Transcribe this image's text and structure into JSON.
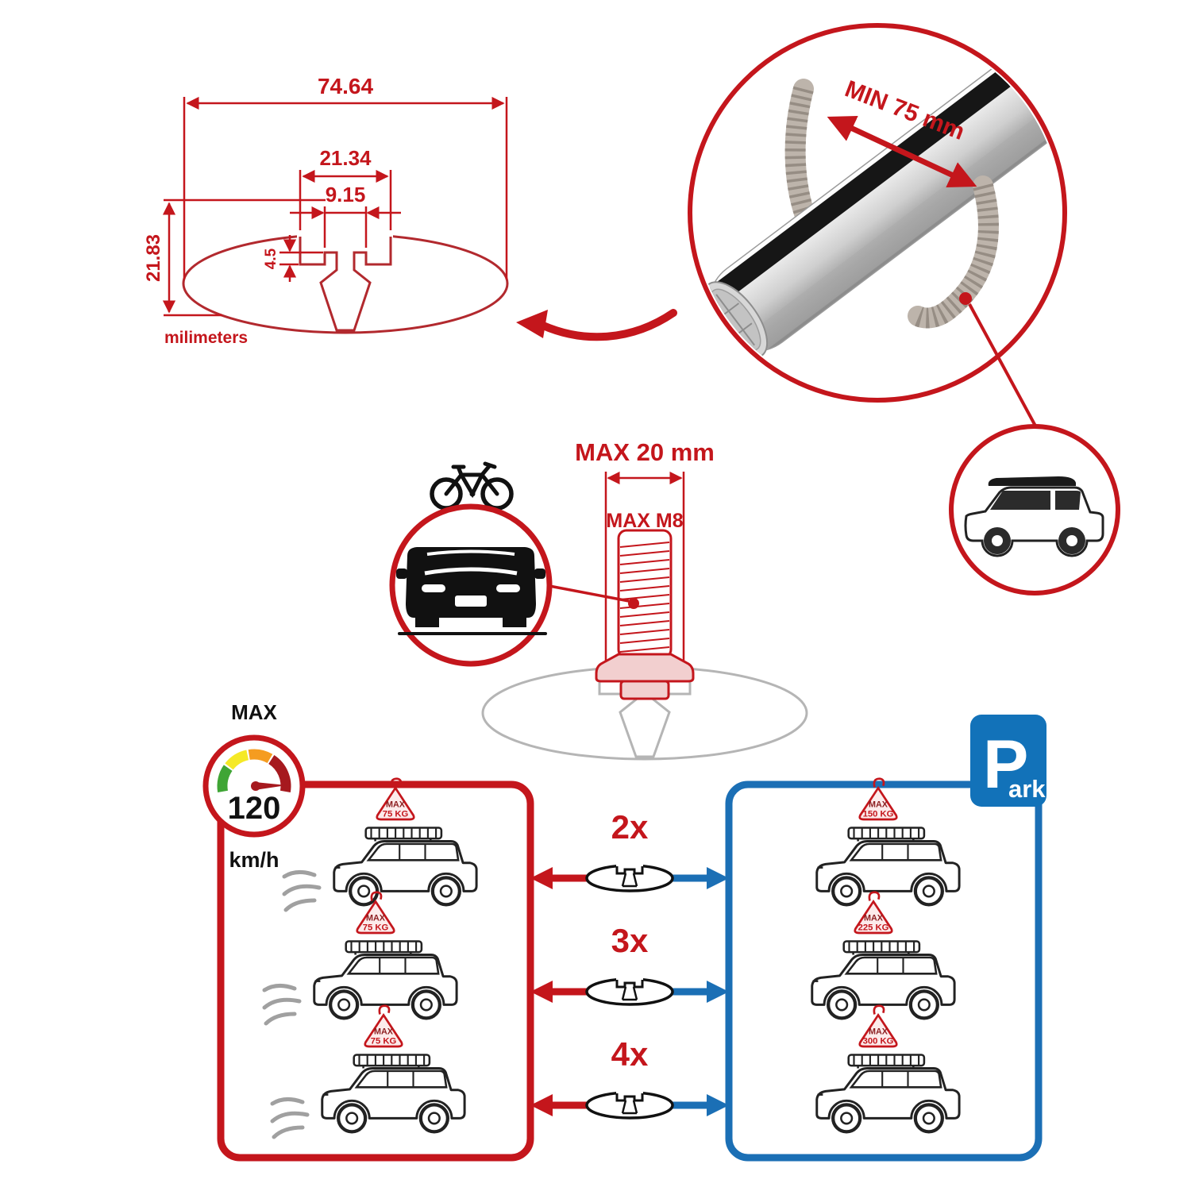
{
  "colors": {
    "red": "#C4161C",
    "blue": "#1B6FB5",
    "park_blue": "#1272B9",
    "profile_gray": "#B5B5B5",
    "ink": "#1A1A1A"
  },
  "cross_section": {
    "width_total": "74.64",
    "channel_width": "21.34",
    "slot_width": "9.15",
    "step_depth": "4.5",
    "height_total": "21.83",
    "units": "milimeters"
  },
  "bar_detail": {
    "min_span": "MIN 75 mm"
  },
  "mount": {
    "max_width": "MAX 20 mm",
    "max_thread": "MAX M8"
  },
  "speedometer": {
    "title": "MAX",
    "value": "120",
    "units": "km/h"
  },
  "quantities": [
    {
      "label": "2x"
    },
    {
      "label": "3x"
    },
    {
      "label": "4x"
    }
  ],
  "driving": {
    "cars": [
      {
        "tag_line1": "MAX",
        "tag_line2": "75 KG"
      },
      {
        "tag_line1": "MAX",
        "tag_line2": "75 KG"
      },
      {
        "tag_line1": "MAX",
        "tag_line2": "75 KG"
      }
    ]
  },
  "parking": {
    "sign_p": "P",
    "sign_rest": "ark",
    "cars": [
      {
        "tag_line1": "MAX",
        "tag_line2": "150 KG"
      },
      {
        "tag_line1": "MAX",
        "tag_line2": "225 KG"
      },
      {
        "tag_line1": "MAX",
        "tag_line2": "300 KG"
      }
    ]
  }
}
